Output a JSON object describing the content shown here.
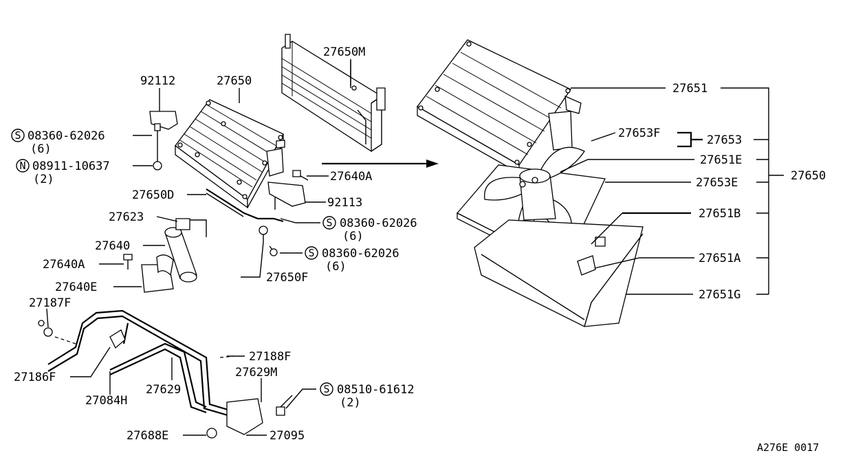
{
  "labels": {
    "p92112": "92112",
    "p27650": "27650",
    "p27650M": "27650M",
    "s08360_a": "08360-62026",
    "s08360_a_qty": "(6)",
    "n08911": "08911-10637",
    "n08911_qty": "(2)",
    "p27640A_top": "27640A",
    "p27650D": "27650D",
    "p92113": "92113",
    "s08360_b": "08360-62026",
    "s08360_b_qty": "(6)",
    "p27623": "27623",
    "p27640": "27640",
    "s08360_c": "08360-62026",
    "s08360_c_qty": "(6)",
    "p27640A": "27640A",
    "p27650F": "27650F",
    "p27640E": "27640E",
    "p27187F": "27187F",
    "p27188F": "27188F",
    "p27186F": "27186F",
    "p27629M": "27629M",
    "s08510": "08510-61612",
    "s08510_qty": "(2)",
    "p27084H": "27084H",
    "p27629": "27629",
    "p27688E": "27688E",
    "p27095": "27095",
    "p27651": "27651",
    "p27653F": "27653F",
    "p27653": "27653",
    "p27651E": "27651E",
    "p27650_right": "27650",
    "p27653E": "27653E",
    "p27651B": "27651B",
    "p27651A": "27651A",
    "p27651G": "27651G",
    "ref_code": "A276E 0017"
  },
  "symbols": {
    "s": "S",
    "n": "N"
  }
}
